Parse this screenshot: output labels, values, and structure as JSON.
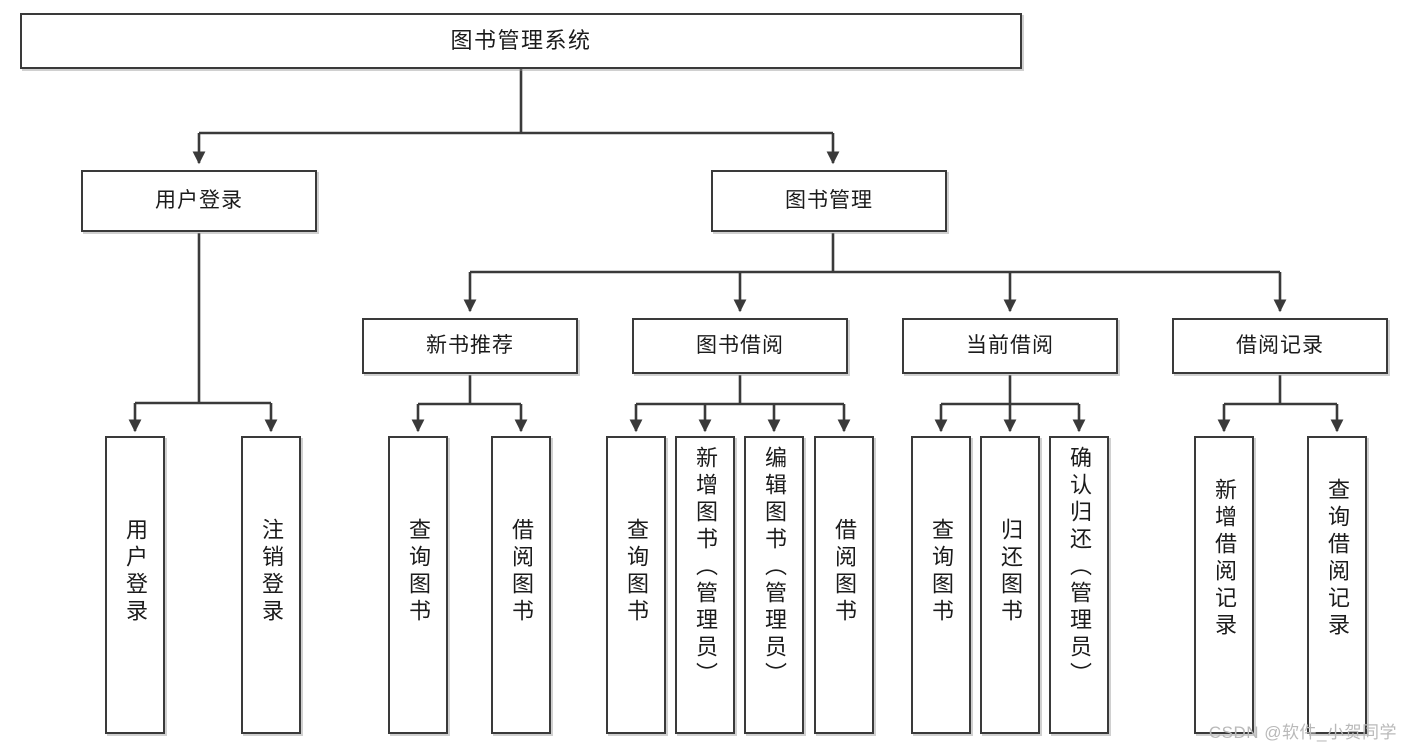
{
  "diagram": {
    "title": "图书管理系统",
    "type": "tree-hierarchy-diagram",
    "root": {
      "label": "图书管理系统"
    },
    "level2": [
      {
        "label": "用户登录"
      },
      {
        "label": "图书管理"
      }
    ],
    "level3": [
      {
        "label": "新书推荐"
      },
      {
        "label": "图书借阅"
      },
      {
        "label": "当前借阅"
      },
      {
        "label": "借阅记录"
      }
    ],
    "leaves": {
      "user_login": [
        {
          "label": "用户登录"
        },
        {
          "label": "注销登录"
        }
      ],
      "new_book_recommend": [
        {
          "label": "查询图书"
        },
        {
          "label": "借阅图书"
        }
      ],
      "book_borrow": [
        {
          "label": "查询图书"
        },
        {
          "label": "新增图书（管理员）"
        },
        {
          "label": "编辑图书（管理员）"
        },
        {
          "label": "借阅图书"
        }
      ],
      "current_borrow": [
        {
          "label": "查询图书"
        },
        {
          "label": "归还图书"
        },
        {
          "label": "确认归还（管理员）"
        }
      ],
      "borrow_records": [
        {
          "label": "新增借阅记录"
        },
        {
          "label": "查询借阅记录"
        }
      ]
    }
  },
  "watermark": {
    "text": "CSDN @软件_小贺同学"
  },
  "colors": {
    "border": "#3a3a3a",
    "background": "#ffffff",
    "text": "#1b1b1b",
    "watermark": "#b9b9b9"
  }
}
